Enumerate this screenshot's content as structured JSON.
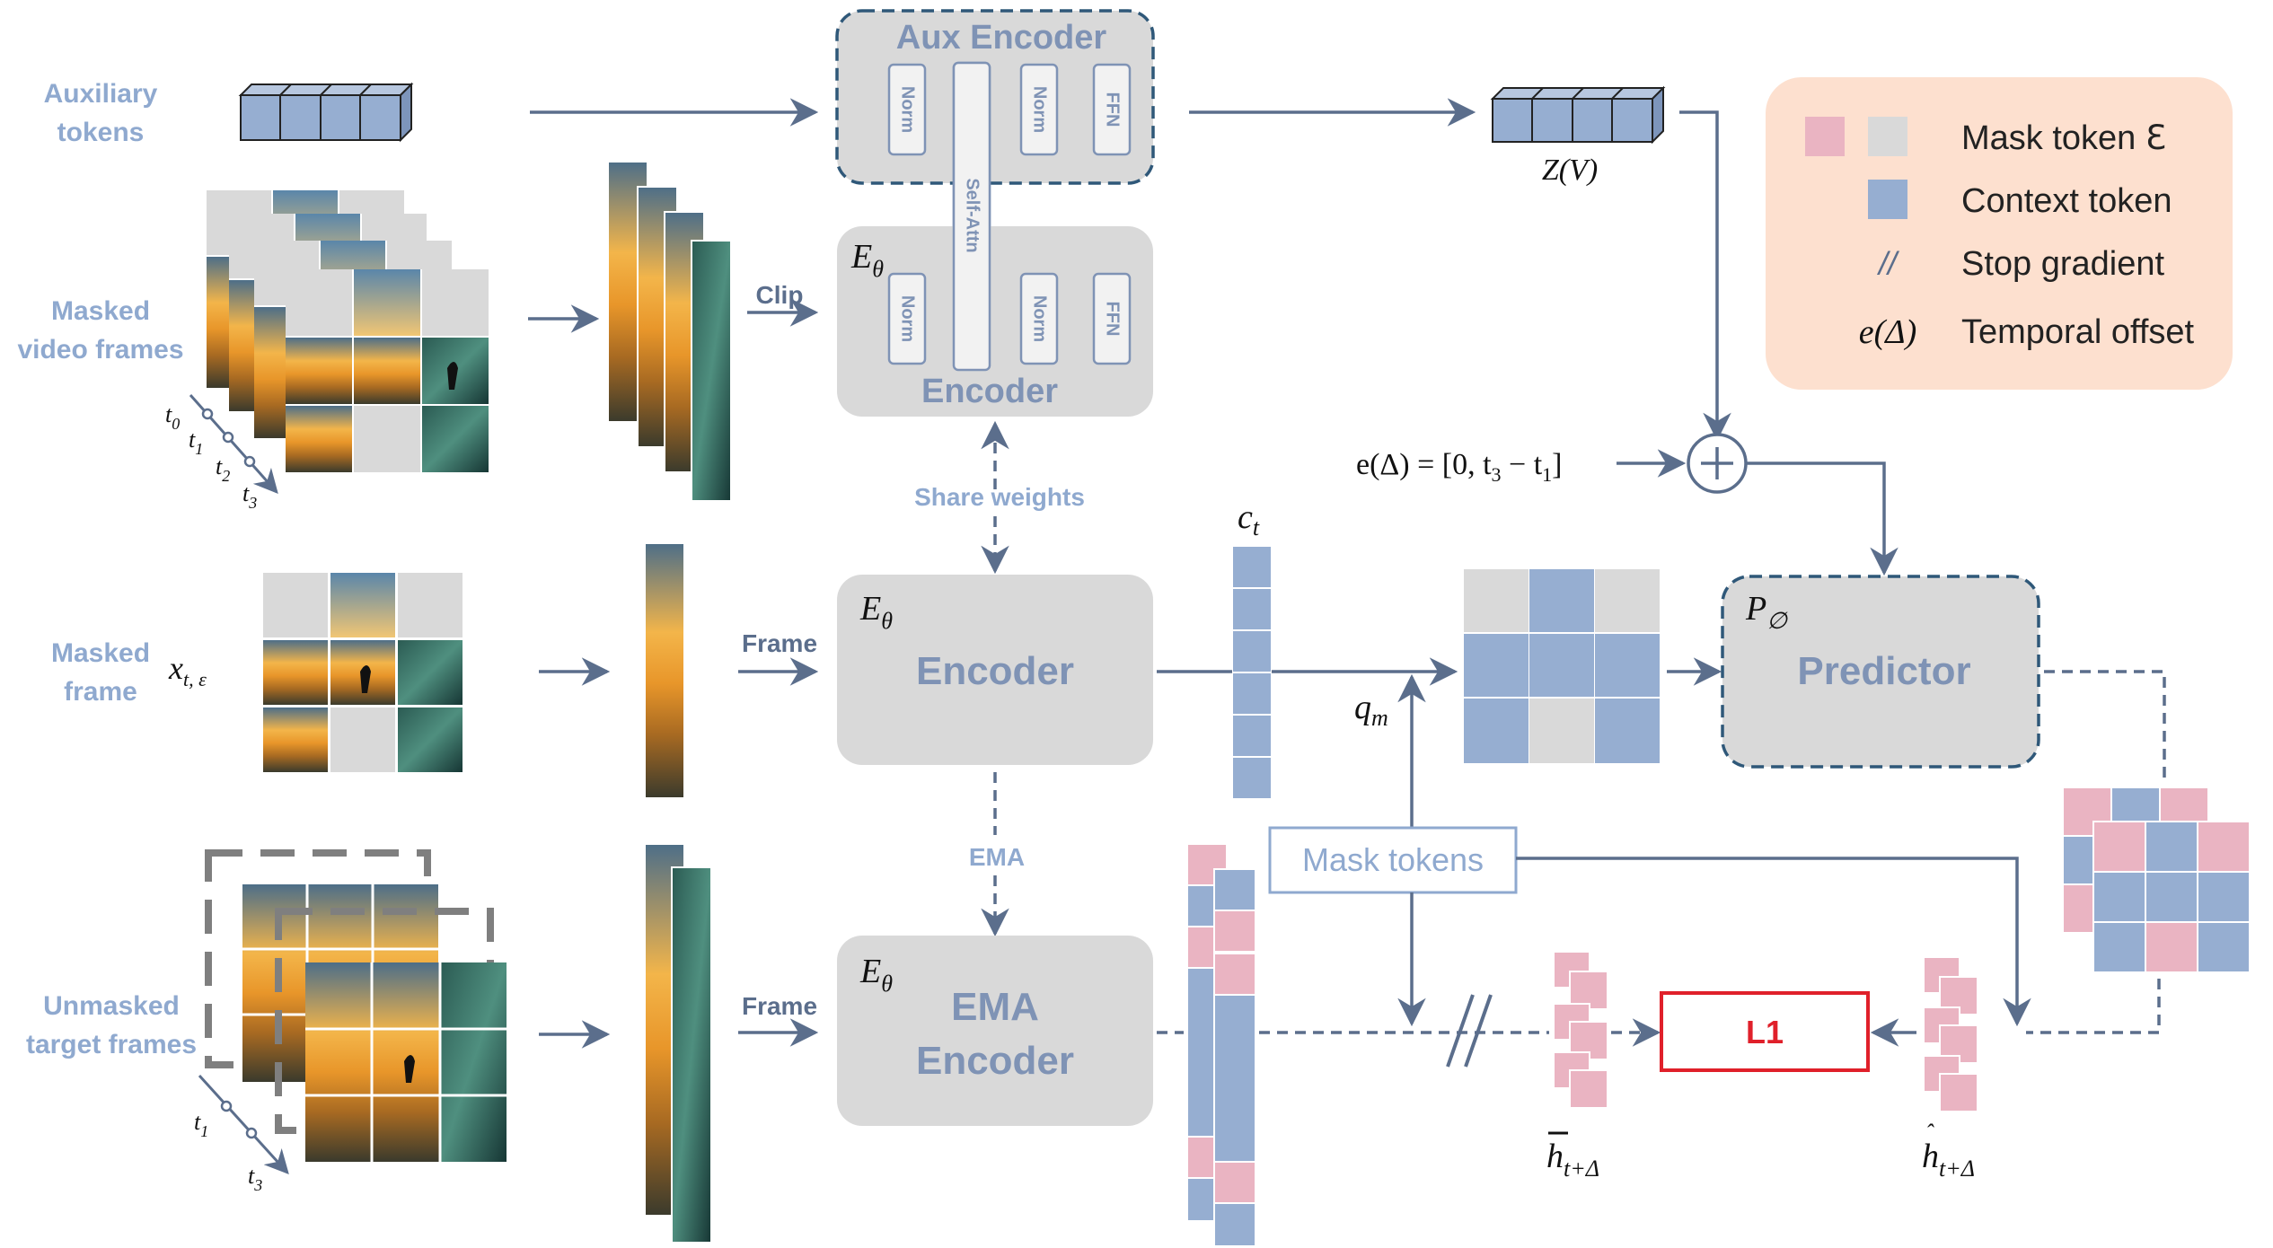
{
  "labels": {
    "aux_tokens_1": "Auxiliary",
    "aux_tokens_2": "tokens",
    "masked_video_1": "Masked",
    "masked_video_2": "video frames",
    "masked_frame_1": "Masked",
    "masked_frame_2": "frame",
    "unmasked_1": "Unmasked",
    "unmasked_2": "target frames"
  },
  "time_labels": {
    "t0": "t",
    "t0_sub": "0",
    "t1": "t",
    "t1_sub": "1",
    "t2": "t",
    "t2_sub": "2",
    "t3": "t",
    "t3_sub": "3"
  },
  "x_label": "x",
  "x_sub": "t, ε",
  "aux_encoder": {
    "title": "Aux Encoder",
    "norm1": "Norm",
    "norm2": "Norm",
    "ffn": "FFN",
    "self_attn": "Self-Attn"
  },
  "encoder_top": {
    "symbol": "E",
    "symbol_sub": "θ",
    "title": "Encoder",
    "norm1": "Norm",
    "norm2": "Norm",
    "ffn": "FFN"
  },
  "encoder_mid": {
    "symbol": "E",
    "symbol_sub": "θ",
    "title": "Encoder"
  },
  "encoder_ema": {
    "symbol": "E",
    "symbol_sub": "θ",
    "title_1": "EMA",
    "title_2": "Encoder"
  },
  "predictor": {
    "symbol": "P",
    "symbol_sub": "∅",
    "title": "Predictor"
  },
  "edges": {
    "clip": "Clip",
    "frame_mid": "Frame",
    "frame_bottom": "Frame",
    "share_weights": "Share weights",
    "ema": "EMA"
  },
  "math": {
    "zv": "Z(V)",
    "ct": "c",
    "ct_sub": "t",
    "qm": "q",
    "qm_sub": "m",
    "offset": "e(Δ) = [0, t",
    "offset_sub1": "3",
    "offset_mid": " − t",
    "offset_sub2": "1",
    "offset_end": "]",
    "hbar": "h",
    "hbar_sub": "t+Δ",
    "hhat": "h",
    "hhat_sub": "t+Δ"
  },
  "mask_tokens_label": "Mask tokens",
  "loss_label": "L1",
  "legend": {
    "mask_token": "Mask token ℇ",
    "context_token": "Context token",
    "stop_gradient_symbol": "//",
    "stop_gradient": "Stop gradient",
    "temporal_symbol": "e(Δ)",
    "temporal_offset": "Temporal offset"
  },
  "colors": {
    "context": "#96aed1",
    "mask_grey": "#d9d9d9",
    "mask_pink": "#eab4c2",
    "box_grey": "#d9d9d9",
    "arrow": "#5b6e8c",
    "legend_bg": "#fde0cf",
    "loss_red": "#e0202a"
  }
}
